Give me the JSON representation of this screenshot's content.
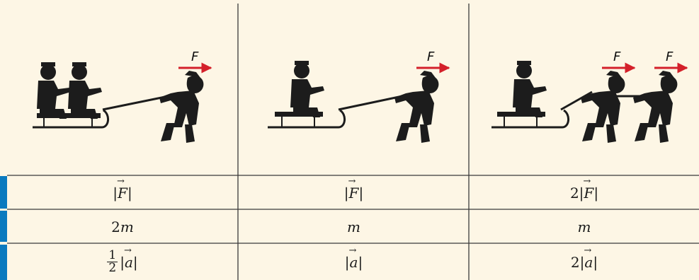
{
  "colors": {
    "background": "#fdf6e5",
    "grid": "#3a3a3a",
    "silhouette": "#1c1c1c",
    "force_arrow": "#d4202a",
    "side_tab": "#0a7abf"
  },
  "columns": [
    {
      "force_labels": [
        "F"
      ],
      "force_row": {
        "coef": "",
        "symbol": "F"
      },
      "mass_row": {
        "coef": "2",
        "symbol": "m"
      },
      "accel_row": {
        "frac_num": "1",
        "frac_den": "2",
        "coef": "",
        "symbol": "a"
      }
    },
    {
      "force_labels": [
        "F"
      ],
      "force_row": {
        "coef": "",
        "symbol": "F"
      },
      "mass_row": {
        "coef": "",
        "symbol": "m"
      },
      "accel_row": {
        "frac_num": "",
        "frac_den": "",
        "coef": "",
        "symbol": "a"
      }
    },
    {
      "force_labels": [
        "F",
        "F"
      ],
      "force_row": {
        "coef": "2",
        "symbol": "F"
      },
      "mass_row": {
        "coef": "",
        "symbol": "m"
      },
      "accel_row": {
        "frac_num": "",
        "frac_den": "",
        "coef": "2",
        "symbol": "a"
      }
    }
  ]
}
